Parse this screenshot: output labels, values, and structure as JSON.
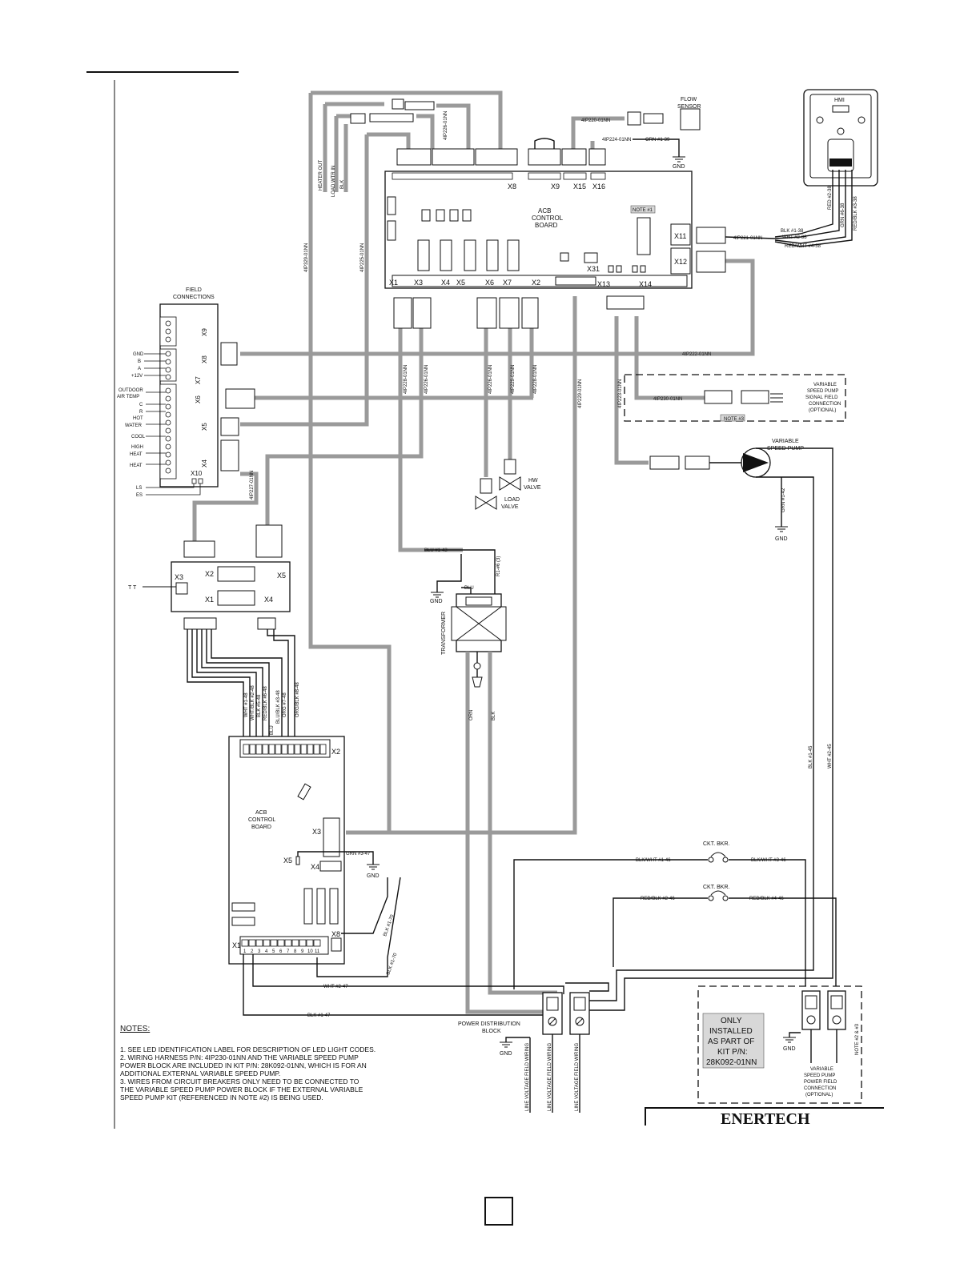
{
  "acb_board": {
    "lines": [
      "ACB",
      "CONTROL",
      "BOARD"
    ],
    "note_tag": "NOTE #1",
    "connectors_top": [
      "X8",
      "X9",
      "X15",
      "X16"
    ],
    "connectors_bottom": [
      "X1",
      "X3",
      "X4",
      "X5",
      "X6",
      "X7",
      "X2",
      "X13",
      "X14"
    ],
    "connectors_right": [
      "X11",
      "X12"
    ],
    "x31": "X31"
  },
  "flow_sensor": {
    "lines": [
      "FLOW",
      "SENSOR"
    ],
    "harness": "4IP220-01NN",
    "gnd_wire": "ORN #1-39",
    "gnd": "GND"
  },
  "harness_x16": "4IP224-01NN",
  "hmi": {
    "label": "HMI",
    "harness": "4IP221-01NN",
    "wires": [
      "BLK #1-38",
      "WHT #2-38",
      "RED/WHT #4-38"
    ],
    "vertical_wires": [
      "RED #2-38",
      "GRN #6-38",
      "RED/BLK #3-38"
    ]
  },
  "top_harnesses": {
    "left": "4IP329-01NN",
    "mid": "4IP225-01NN",
    "top": "4IP226-01NN",
    "x14": "4IP222-01NN",
    "x13": "4IP223-01NN",
    "x7": "4IP229-01NN"
  },
  "heater_labels": [
    "HEATER OUT",
    "LOAD WTR IN",
    "BLK"
  ],
  "field": {
    "title_lines": [
      "FIELD",
      "CONNECTIONS"
    ],
    "blocks": [
      "X9",
      "X8",
      "X7",
      "X6",
      "X5",
      "X4",
      "X10"
    ],
    "terminals": [
      "GND",
      "B",
      "A",
      "+12V",
      "OUTDOOR",
      "AIR TEMP",
      "C",
      "R",
      "HOT",
      "WATER",
      "COOL",
      "HIGH",
      "HEAT",
      "HEAT",
      "LS",
      "ES"
    ]
  },
  "middle_harnesses": [
    "4IP228-01NN",
    "4IP226-01NN",
    "4IP226-01NN",
    "4IP229-01NN",
    "4IP228-01NN",
    "4IP227-01NN"
  ],
  "vspump_signal": {
    "harness": "4IP230-01NN",
    "lines": [
      "VARIABLE",
      "SPEED PUMP",
      "SIGNAL FIELD",
      "CONNECTION",
      "(OPTIONAL)"
    ],
    "note": "NOTE #3"
  },
  "vspump": {
    "lines": [
      "VARIABLE",
      "SPEED PUMP"
    ],
    "gnd_wire": "GRN #1-42",
    "gnd": "GND"
  },
  "valves": {
    "hw": [
      "HW",
      "VALVE"
    ],
    "load": [
      "LOAD",
      "VALVE"
    ]
  },
  "small_board": {
    "connectors": [
      "X3",
      "X2",
      "X5",
      "X1",
      "X4"
    ],
    "tt": "T T"
  },
  "transformer": {
    "label": "TRANSFORMER",
    "blu_wire": "BLU #1-43",
    "blu": "BLU",
    "gnd": "GND",
    "r_wire": "R1-#6 (3)",
    "orn": "ORN",
    "blk": "BLK"
  },
  "harness_bundle_wires": [
    "WHT #1-48",
    "WHT/BLK #2-48",
    "BLK #5-48",
    "RED/BLK #6-48",
    "BLU",
    "BLU/BLK #3-48",
    "ORG #7-48",
    "ORG/BLK #8-48"
  ],
  "lower_board": {
    "lines": [
      "ACB",
      "CONTROL",
      "BOARD"
    ],
    "connectors": [
      "X2",
      "X3",
      "X5",
      "X4",
      "X1",
      "X8"
    ],
    "gnd_wire": "GRN #3-47",
    "gnd": "GND",
    "terminal_numbers": [
      "1",
      "2",
      "3",
      "4",
      "5",
      "6",
      "7",
      "8",
      "9",
      "10",
      "11"
    ]
  },
  "pump_power_wires": {
    "blk": "BLK #1-45",
    "wht": "WHT #2-45"
  },
  "breakers": [
    {
      "label": "CKT. BKR.",
      "left_wire": "BLK/WHT #1-46",
      "right_wire": "BLK/WHT #3-46"
    },
    {
      "label": "CKT. BKR.",
      "left_wire": "RED/BLK #2-46",
      "right_wire": "RED/BLK #4-46"
    }
  ],
  "bottom_wires": {
    "blk_70a": "BLK #1-70",
    "blk_70b": "BLK #1-70",
    "wht_47": "WHT #2-47",
    "blk_47": "BLK #1-47"
  },
  "power_block": {
    "lines": [
      "POWER DISTRIBUTION",
      "BLOCK"
    ],
    "gnd": "GND"
  },
  "line_voltage": [
    "LINE VOLTAGE FIELD WIRING",
    "LINE VOLTAGE FIELD WIRING",
    "LINE VOLTAGE FIELD WIRING"
  ],
  "kit_box": {
    "lines": [
      "ONLY",
      "INSTALLED",
      "AS PART OF",
      "KIT P/N:",
      "28K092-01NN"
    ],
    "note": "NOTE #2 & #3"
  },
  "vspump_power": {
    "lines": [
      "VARIABLE",
      "SPEED PUMP",
      "POWER FIELD",
      "CONNECTION",
      "(OPTIONAL)"
    ],
    "gnd": "GND"
  },
  "notes": {
    "heading": "NOTES:",
    "lines": [
      "1. SEE LED IDENTIFICATION LABEL FOR DESCRIPTION OF LED LIGHT CODES.",
      "2. WIRING HARNESS P/N: 4IP230-01NN AND THE VARIABLE SPEED PUMP",
      "POWER BLOCK ARE INCLUDED IN KIT P/N: 28K092-01NN, WHICH IS FOR AN",
      "ADDITIONAL EXTERNAL VARIABLE SPEED PUMP.",
      "3. WIRES FROM CIRCUIT BREAKERS ONLY NEED TO BE CONNECTED TO",
      "THE VARIABLE SPEED PUMP POWER BLOCK IF THE EXTERNAL VARIABLE",
      "SPEED PUMP KIT (REFERENCED IN NOTE #2) IS BEING USED."
    ]
  },
  "brand": "ENERTECH"
}
